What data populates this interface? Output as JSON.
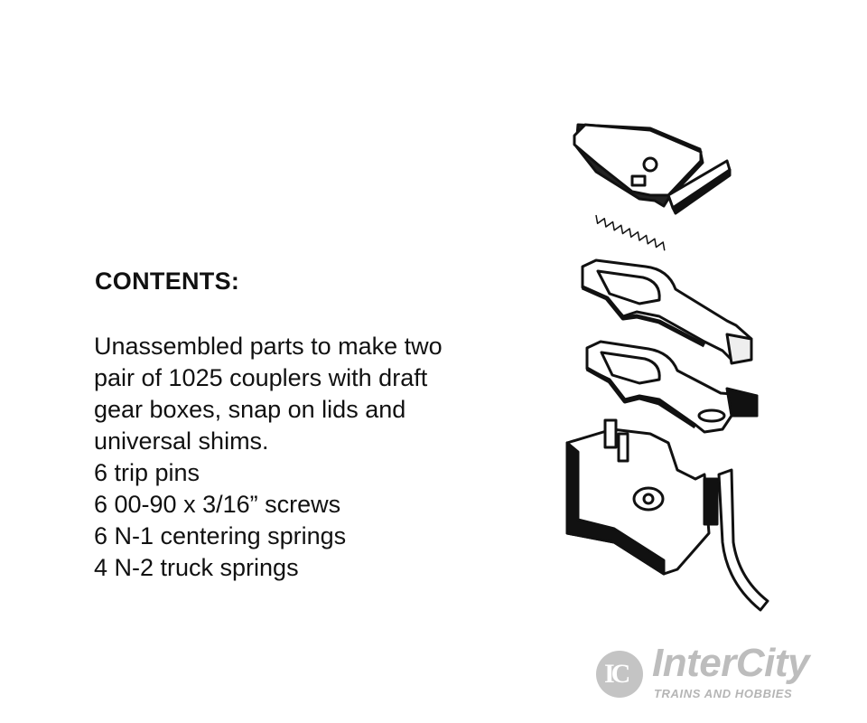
{
  "contents": {
    "heading": "CONTENTS:",
    "lines": [
      "Unassembled parts to make two",
      "pair of 1025 couplers with draft",
      "gear boxes, snap on lids and",
      "universal shims.",
      "6 trip pins",
      "6 00-90 x 3/16” screws",
      "6 N-1 centering springs",
      "4 N-2 truck springs"
    ]
  },
  "logo": {
    "monogram": "IC",
    "name": "InterCity",
    "tagline": "TRAINS AND HOBBIES"
  }
}
